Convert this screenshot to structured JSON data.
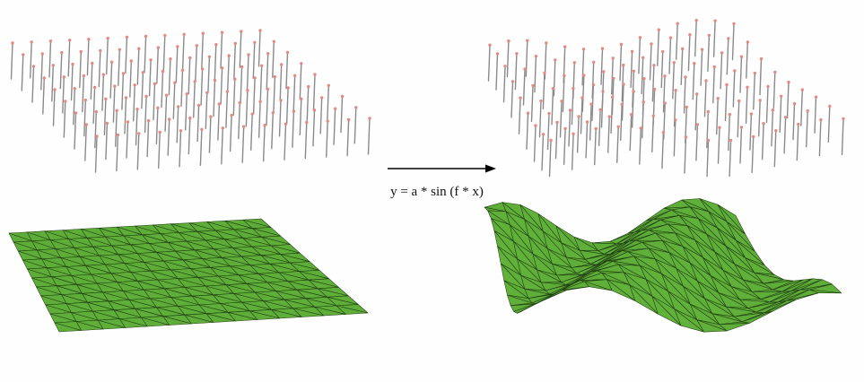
{
  "caption": "y = a * sin (f * x)",
  "colors": {
    "mesh_fill": "#63b53c",
    "mesh_edge": "#1f3d10",
    "pin_stroke": "#8a8a8a",
    "pin_head": "#e58a80",
    "arrow": "#000000"
  },
  "panels": [
    {
      "name": "flat",
      "surface": "flat"
    },
    {
      "name": "deformed",
      "surface": "sine-wave"
    }
  ]
}
